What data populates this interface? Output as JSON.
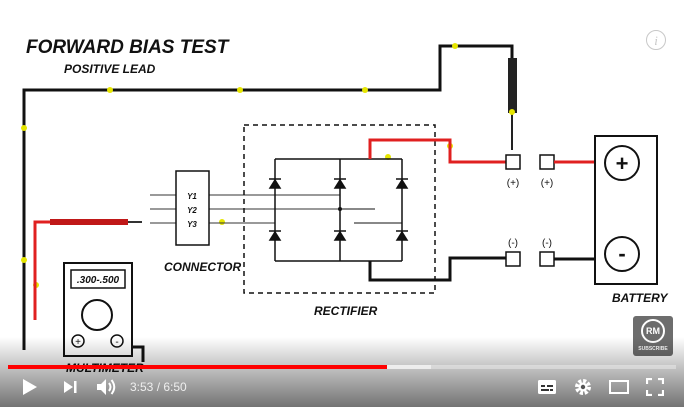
{
  "video": {
    "title": "FORWARD BIAS TEST",
    "subtitle": "POSITIVE LEAD",
    "current_time": "3:53",
    "separator": " / ",
    "duration": "6:50",
    "played_fraction": 0.567,
    "buffered_fraction": 0.633
  },
  "diagram": {
    "connector_label": "CONNECTOR",
    "rectifier_label": "RECTIFIER",
    "battery_label": "BATTERY",
    "multimeter_label": "MULTIMETER",
    "multimeter_reading": ".300-.500",
    "pin_labels": [
      "Y1",
      "Y2",
      "Y3"
    ],
    "terminal_pos_left": "(+)",
    "terminal_pos_right": "(+)",
    "terminal_neg_left": "(-)",
    "terminal_neg_right": "(-)",
    "battery_plus": "+",
    "battery_minus": "-",
    "meter_plus": "+",
    "meter_minus": "-"
  },
  "channel": {
    "logo_text": "RM",
    "subscribe_label": "SUBSCRIBE"
  },
  "icons": {
    "info": "i",
    "play": "play-icon",
    "next": "next-icon",
    "volume": "volume-icon",
    "subtitles": "subtitles-icon",
    "settings": "gear-icon",
    "theater": "theater-icon",
    "fullscreen": "fullscreen-icon"
  },
  "colors": {
    "progress_played": "#ff0000",
    "red_wire": "#e02020",
    "yellow_marker": "#e6e600"
  }
}
